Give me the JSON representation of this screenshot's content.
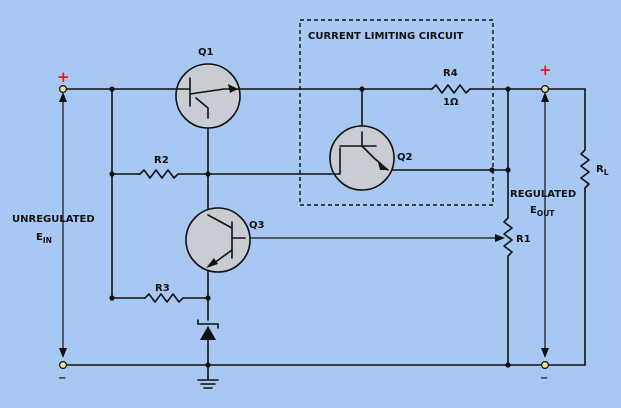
{
  "labels": {
    "box_title": "CURRENT LIMITING CIRCUIT",
    "q1": "Q1",
    "q2": "Q2",
    "q3": "Q3",
    "r1": "R1",
    "r2": "R2",
    "r3": "R3",
    "r4": "R4",
    "r4_value": "1Ω",
    "rl_main": "R",
    "rl_sub": "L",
    "input_line1": "UNREGULATED",
    "input_line2_main": "E",
    "input_line2_sub": "IN",
    "output_line1": "REGULATED",
    "output_line2_main": "E",
    "output_line2_sub": "OUT",
    "plus_in": "+",
    "plus_out": "+",
    "minus_in": "−",
    "minus_out": "−"
  },
  "colors": {
    "background": "#a6c8f2",
    "line": "#111111",
    "transistor_fill": "#c9ccd2",
    "plus_sign": "#e0201c",
    "terminal": "#e9e29a"
  }
}
